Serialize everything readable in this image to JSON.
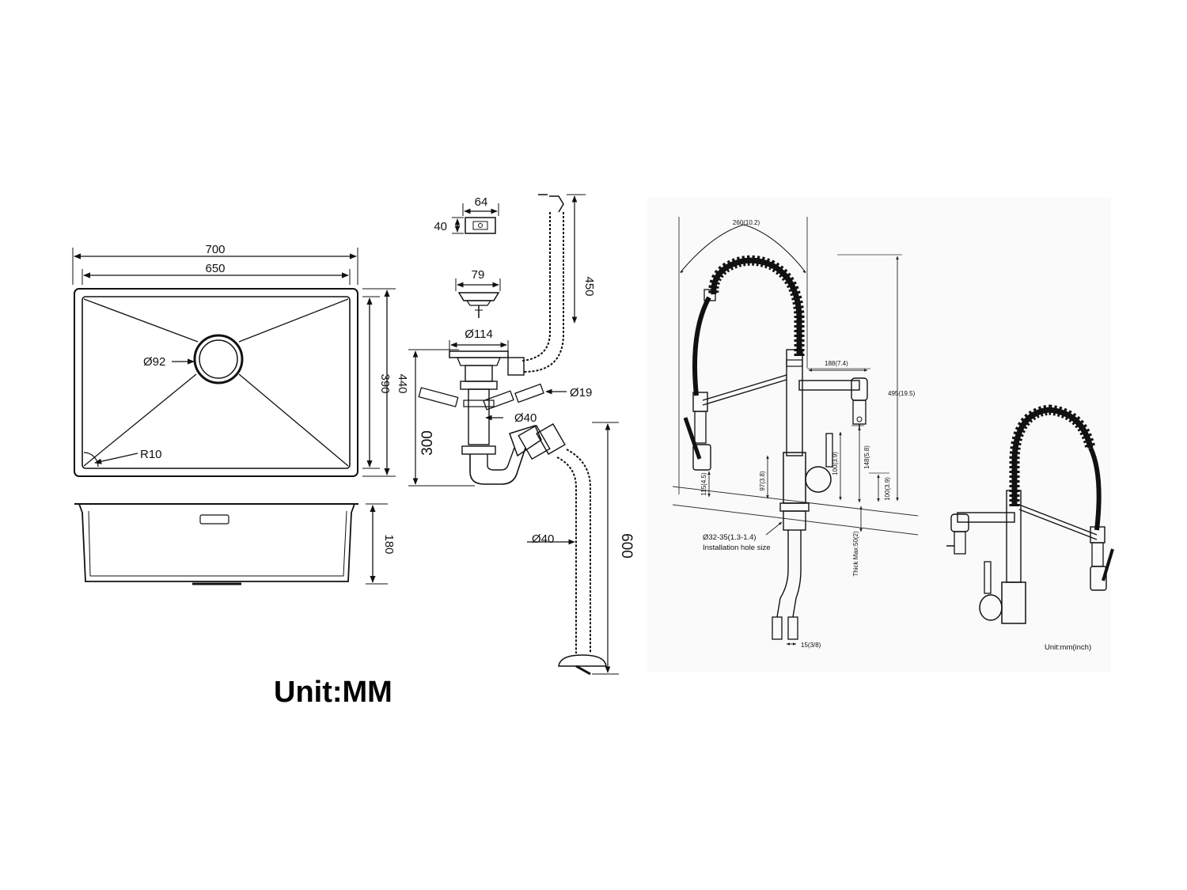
{
  "sink": {
    "width_outer": "700",
    "width_inner": "650",
    "drain_diameter": "Ø92",
    "corner_radius": "R10",
    "depth_inner": "390",
    "depth_outer": "440",
    "bowl_height": "180"
  },
  "drain_kit": {
    "overflow_width": "64",
    "overflow_height": "40",
    "basket_width": "79",
    "hose_length": "450",
    "flange_diameter": "Ø114",
    "small_pipe_diameter": "Ø19",
    "trap_diameter": "Ø40",
    "trap_height": "300",
    "outlet_diameter": "Ø40",
    "outlet_length": "600"
  },
  "unit_label": "Unit:MM",
  "faucet": {
    "spring_width": "260(10.2)",
    "total_height": "495(19.5)",
    "spout_reach": "188(7.4)",
    "spout_height": "148(5.8)",
    "handle_height": "100(3.9)",
    "base_height": "97(3.8)",
    "sprayer_height": "115(4.5)",
    "outlet_height": "100(3.9)",
    "hole_size": "Ø32-35(1.3-1.4)",
    "hole_label": "Installation hole size",
    "deck_thickness": "Thick Max:50(2)",
    "hose_connector": "15(3/8)",
    "unit_label": "Unit:mm(inch)"
  }
}
